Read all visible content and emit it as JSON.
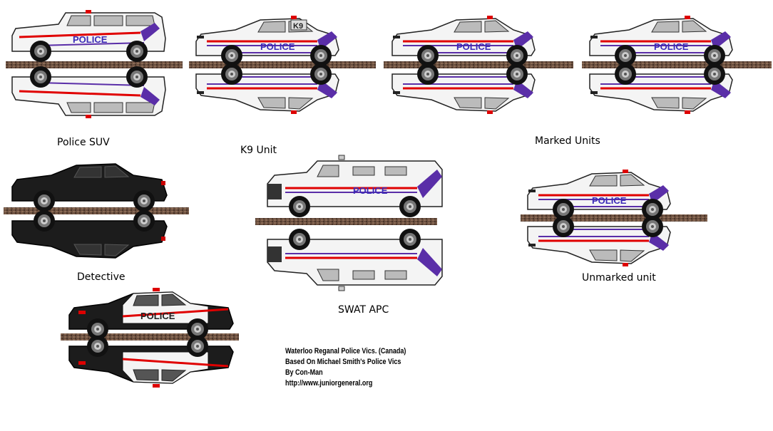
{
  "labels": {
    "suv": "Police SUV",
    "k9": "K9 Unit",
    "marked": "Marked Units",
    "detective": "Detective",
    "swat": "SWAT APC",
    "unmarked": "Unmarked unit"
  },
  "markings": {
    "police": "POLICE",
    "k9": "K9"
  },
  "credits": {
    "line1": "Waterloo Reganal Police Vics. (Canada)",
    "line2": "Based On Michael Smith's Police Vics",
    "line3": "By Con-Man",
    "line4": "http://www.juniorgeneral.org"
  },
  "colors": {
    "stripe_red": "#e00000",
    "stripe_purple": "#5a2ea8",
    "text_blue": "#3a2ab8",
    "road": "#6b5040",
    "black_car": "#1c1c1c"
  }
}
